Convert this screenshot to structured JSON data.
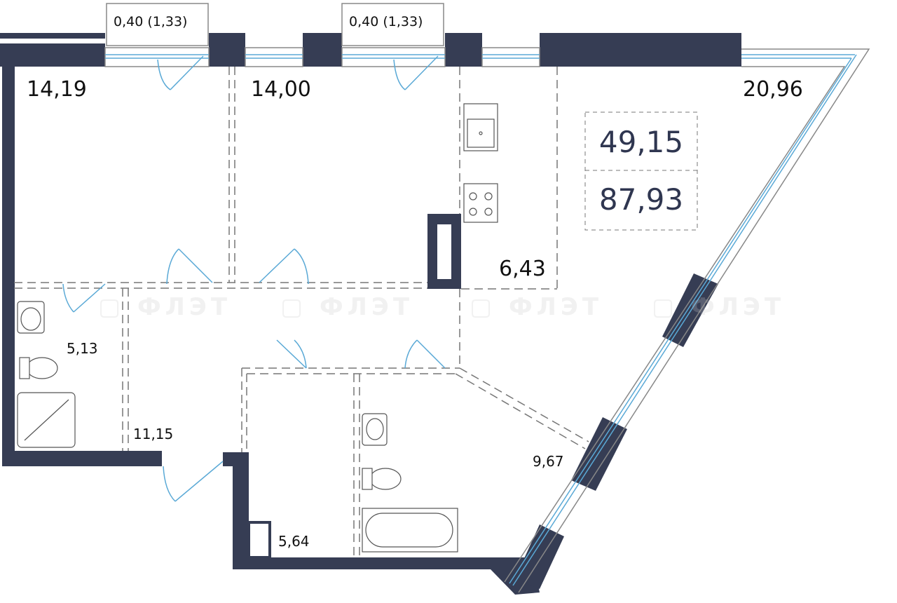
{
  "plan": {
    "balconies": [
      {
        "label": "0,40 (1,33)"
      },
      {
        "label": "0,40 (1,33)"
      }
    ],
    "rooms": [
      {
        "name": "room-1",
        "area": "14,19"
      },
      {
        "name": "room-2",
        "area": "14,00"
      },
      {
        "name": "living-kitchen",
        "area": "20,96"
      },
      {
        "name": "kitchen-zone",
        "area": "6,43"
      },
      {
        "name": "bathroom-1",
        "area": "5,13"
      },
      {
        "name": "hall",
        "area": "11,15"
      },
      {
        "name": "bathroom-2",
        "area": "5,64"
      },
      {
        "name": "bedroom",
        "area": "9,67"
      }
    ],
    "summary": {
      "living_area": "49,15",
      "total_area": "87,93"
    },
    "watermark": "ФЛЭТ",
    "colors": {
      "wall": "#363d54",
      "window": "#5aa9d6",
      "dash": "#777"
    }
  }
}
